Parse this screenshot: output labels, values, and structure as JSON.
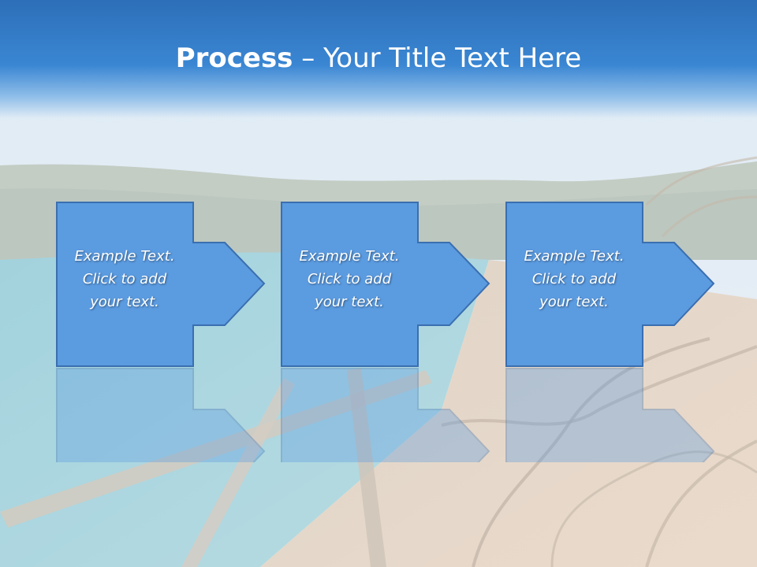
{
  "title": {
    "bold": "Process",
    "rest": " – Your Title Text Here"
  },
  "steps": [
    {
      "line1": "Example Text.",
      "line2": "Click  to add",
      "line3": "your text."
    },
    {
      "line1": "Example Text.",
      "line2": "Click  to add",
      "line3": "your text."
    },
    {
      "line1": "Example Text.",
      "line2": "Click  to add",
      "line3": "your text."
    }
  ],
  "colors": {
    "title_band": "#2d6fb8",
    "shape_fill": "#5b9be0",
    "shape_stroke": "#3a6fb0",
    "text": "#ffffff"
  }
}
